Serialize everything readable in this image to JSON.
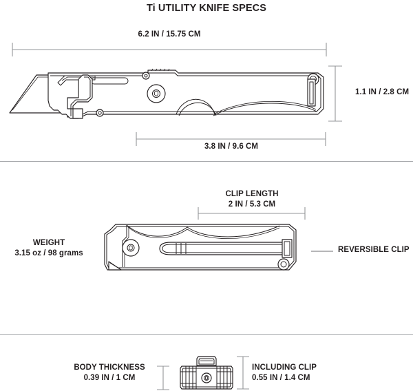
{
  "title": "Ti UTILITY KNIFE SPECS",
  "colors": {
    "ink": "#231f20",
    "dimension_line": "#939598",
    "divider": "#a7a9ac",
    "background": "#ffffff"
  },
  "sections": {
    "top": {
      "name": "open-knife-side-view",
      "dimensions": {
        "overall_length": "6.2 IN / 15.75 CM",
        "handle_length": "3.8 IN / 9.6 CM",
        "height": "1.1 IN / 2.8 CM"
      }
    },
    "middle": {
      "name": "closed-knife-clip-side-view",
      "clip_length_title": "CLIP LENGTH",
      "clip_length_value": "2 IN / 5.3 CM",
      "weight_title": "WEIGHT",
      "weight_value": "3.15 oz /  98 grams",
      "clip_callout": "REVERSIBLE CLIP"
    },
    "bottom": {
      "name": "knife-cross-section-end-view",
      "body_thickness_title": "BODY THICKNESS",
      "body_thickness_value": "0.39 IN / 1 CM",
      "including_clip_title": "INCLUDING CLIP",
      "including_clip_value": "0.55 IN / 1.4 CM"
    }
  }
}
